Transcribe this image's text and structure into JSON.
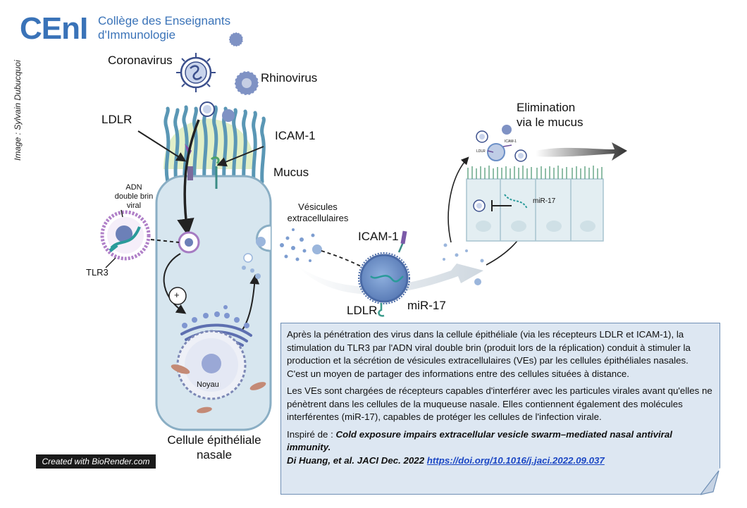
{
  "logo": {
    "mark": "CEnI",
    "line1": "Collège des Enseignants",
    "line2": "d'Immunologie"
  },
  "image_credit": "Image : Sylvain Dubucquoi",
  "labels": {
    "coronavirus": "Coronavirus",
    "rhinovirus": "Rhinovirus",
    "ldlr_top": "LDLR",
    "icam1_top": "ICAM-1",
    "mucus": "Mucus",
    "adn": "ADN",
    "double_brin": "double brin",
    "viral": "viral",
    "tlr3": "TLR3",
    "plus": "+",
    "noyau": "Noyau",
    "cellule_line1": "Cellule épithéliale",
    "cellule_line2": "nasale",
    "vesicules_line1": "Vésicules",
    "vesicules_line2": "extracellulaires",
    "icam1_ve": "ICAM-1",
    "ldlr_ve": "LDLR",
    "mir17_ve": "miR-17",
    "elimination_line1": "Elimination",
    "elimination_line2": "via le mucus",
    "ldlr_mini": "LDLR",
    "icam1_mini": "ICAM-1",
    "mir17_cell": "miR-17"
  },
  "credit_badge": "Created with BioRender.com",
  "textbox": {
    "p1": "Après la pénétration  des virus dans la cellule épithéliale (via les récepteurs LDLR et ICAM-1),  la stimulation du TLR3 par l'ADN viral double brin (produit  lors de la réplication) conduit à stimuler la production  et la sécrétion de vésicules extracellulaires (VEs) par les cellules épithéliales  nasales.",
    "p1b": "C'est un moyen  de partager des informations entre des cellules situées à distance.",
    "p2": "Les VEs sont chargées de récepteurs  capables d'interférer avec les particules virales avant qu'elles ne pénètrent  dans les cellules de la muqueuse  nasale. Elles contiennent également des molécules interférentes (miR-17), capables de protéger les cellules de l'infection virale.",
    "cite_prefix": "Inspiré de : ",
    "cite_title": "Cold exposure impairs extracellular vesicle swarm–mediated nasal  antiviral immunity.",
    "cite_authors": "Di Huang,  et al. JACI Dec. 2022 ",
    "cite_doi": "https://doi.org/10.1016/j.jaci.2022.09.037"
  },
  "colors": {
    "brand": "#3a73b8",
    "cell_fill": "#d7e6ef",
    "cell_stroke": "#8aaec4",
    "cilia": "#5a97b5",
    "virus": "#3b4f8c",
    "vesicle": "#6b8fc7",
    "textbox_bg": "#dde7f2"
  }
}
